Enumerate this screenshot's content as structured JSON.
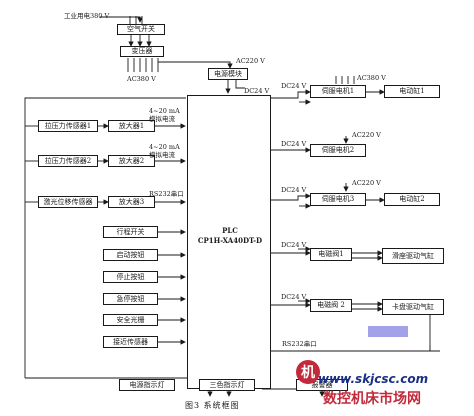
{
  "power": {
    "mains": "工业用电380 V",
    "air_switch": "空气开关",
    "transformer": "变压器",
    "ac380": "AC380 V",
    "ac220_top": "AC220 V",
    "power_module": "电源模块",
    "dc24_pm": "DC24 V"
  },
  "sensors": {
    "sensor1": "拉压力传感器1",
    "amp1": "放大器1",
    "sig1_a": "4~20 mA",
    "sig1_b": "模拟电流",
    "sensor2": "拉压力传感器2",
    "amp2": "放大器2",
    "sig2_a": "4~20 mA",
    "sig2_b": "模拟电流",
    "laser": "激光位移传感器",
    "amp3": "放大器3",
    "rs232_left": "RS232串口"
  },
  "inputs": [
    "行程开关",
    "启动按钮",
    "停止按钮",
    "急停按钮",
    "安全光栅",
    "接近传感器"
  ],
  "plc": {
    "line1": "PLC",
    "line2": "CP1H-XA40DT-D"
  },
  "outputs": {
    "dc24_s1": "DC24 V",
    "ac380_s1": "AC380 V",
    "servo1": "伺服电机1",
    "cyl1": "电动缸1",
    "ac220_s2": "AC220 V",
    "dc24_s2": "DC24 V",
    "servo2": "伺服电机2",
    "ac220_s3": "AC220 V",
    "dc24_s3": "DC24 V",
    "servo3": "伺服电机3",
    "cyl2": "电动缸2",
    "dc24_v1": "DC24 V",
    "valve1": "电磁阀1",
    "drive1": "滑座驱动气缸",
    "dc24_v2": "DC24 V",
    "valve2": "电磁阀 2",
    "drive2": "卡盘驱动气缸",
    "rs232_right": "RS232串口"
  },
  "bottom": {
    "power_light": "电源指示灯",
    "tri_light": "三色指示灯",
    "alarm": "报警器"
  },
  "caption": "图3   系统框图",
  "watermark": {
    "logo": "机",
    "url": "www.skjcsc.com",
    "zh": "数控机床市场网"
  }
}
